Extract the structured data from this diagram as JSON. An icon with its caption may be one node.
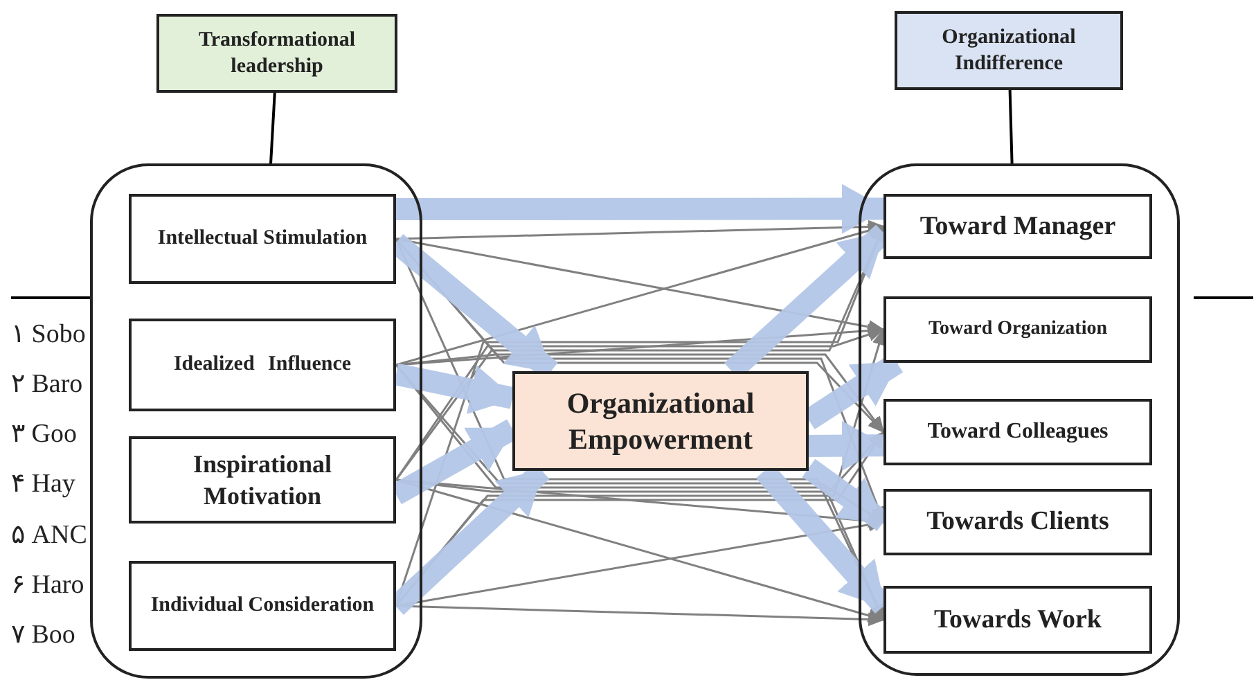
{
  "diagram": {
    "nodes": [
      {
        "text": [
          "Transformational leadership"
        ]
      },
      {
        "text": [],
        "shape": "box"
      },
      {
        "text": [
          "Intellectual Stimulation"
        ],
        "in": 1
      },
      {
        "text": [
          "Idealized Influence"
        ],
        "in": 1
      },
      {
        "text": [
          "Inspirational Motivation"
        ],
        "in": 1
      },
      {
        "text": [
          "Individual Consideration"
        ],
        "in": 1
      },
      {
        "text": [
          "Organizational Empowerment"
        ]
      },
      {
        "text": [
          "Organizational Indifference"
        ]
      },
      {
        "text": [],
        "shape": "box"
      },
      {
        "text": [
          "Toward Manager"
        ],
        "in": 8
      },
      {
        "text": [
          "Toward Organization"
        ],
        "in": 8
      },
      {
        "text": [
          "Toward Colleagues"
        ],
        "in": 8
      },
      {
        "text": [
          "Towards Clients"
        ],
        "in": 8
      },
      {
        "text": [
          "Towards Work"
        ],
        "in": 8
      }
    ],
    "edges": [
      {
        "from": 0,
        "to": 1,
        "arrow": "none",
        "color": "#000000"
      },
      {
        "from": 7,
        "to": 8,
        "arrow": "none",
        "color": "#000000"
      },
      {
        "from": 2,
        "to": 9,
        "arrow": "to"
      },
      {
        "from": 2,
        "to": 10,
        "arrow": "to"
      },
      {
        "from": 2,
        "to": 11,
        "arrow": "to"
      },
      {
        "from": 2,
        "to": 12,
        "arrow": "to"
      },
      {
        "from": 2,
        "to": 13,
        "arrow": "to"
      },
      {
        "from": 3,
        "to": 9,
        "arrow": "to"
      },
      {
        "from": 3,
        "to": 10,
        "arrow": "to"
      },
      {
        "from": 3,
        "to": 11,
        "arrow": "to"
      },
      {
        "from": 3,
        "to": 12,
        "arrow": "to"
      },
      {
        "from": 3,
        "to": 13,
        "arrow": "to"
      },
      {
        "from": 4,
        "to": 9,
        "arrow": "to"
      },
      {
        "from": 4,
        "to": 10,
        "arrow": "to"
      },
      {
        "from": 4,
        "to": 11,
        "arrow": "to"
      },
      {
        "from": 4,
        "to": 12,
        "arrow": "to"
      },
      {
        "from": 4,
        "to": 13,
        "arrow": "to"
      },
      {
        "from": 5,
        "to": 9,
        "arrow": "to"
      },
      {
        "from": 5,
        "to": 10,
        "arrow": "to"
      },
      {
        "from": 5,
        "to": 11,
        "arrow": "to"
      },
      {
        "from": 5,
        "to": 12,
        "arrow": "to"
      },
      {
        "from": 5,
        "to": 13,
        "arrow": "to"
      },
      {
        "from": 2,
        "to": 9,
        "arrow": "to",
        "style": "thick",
        "color": "#b4c7e7"
      },
      {
        "from": 2,
        "to": 6,
        "arrow": "to",
        "style": "thick",
        "color": "#b4c7e7"
      },
      {
        "from": 3,
        "to": 6,
        "arrow": "to",
        "style": "thick",
        "color": "#b4c7e7"
      },
      {
        "from": 4,
        "to": 6,
        "arrow": "to",
        "style": "thick",
        "color": "#b4c7e7"
      },
      {
        "from": 5,
        "to": 6,
        "arrow": "to",
        "style": "thick",
        "color": "#b4c7e7"
      },
      {
        "from": 6,
        "to": 9,
        "arrow": "to",
        "style": "thick",
        "color": "#b4c7e7"
      },
      {
        "from": 6,
        "to": 10,
        "arrow": "to",
        "style": "thick",
        "color": "#b4c7e7"
      },
      {
        "from": 6,
        "to": 11,
        "arrow": "to",
        "style": "thick",
        "color": "#b4c7e7"
      },
      {
        "from": 6,
        "to": 12,
        "arrow": "to",
        "style": "thick",
        "color": "#b4c7e7"
      },
      {
        "from": 6,
        "to": 13,
        "arrow": "to",
        "style": "thick",
        "color": "#b4c7e7"
      }
    ],
    "labels": [
      "١ Sobo",
      "٢ Baro",
      "٣ Goo",
      "۴ Hay",
      "۵ ANC",
      "۶ Haro",
      "٧ Boo"
    ]
  }
}
